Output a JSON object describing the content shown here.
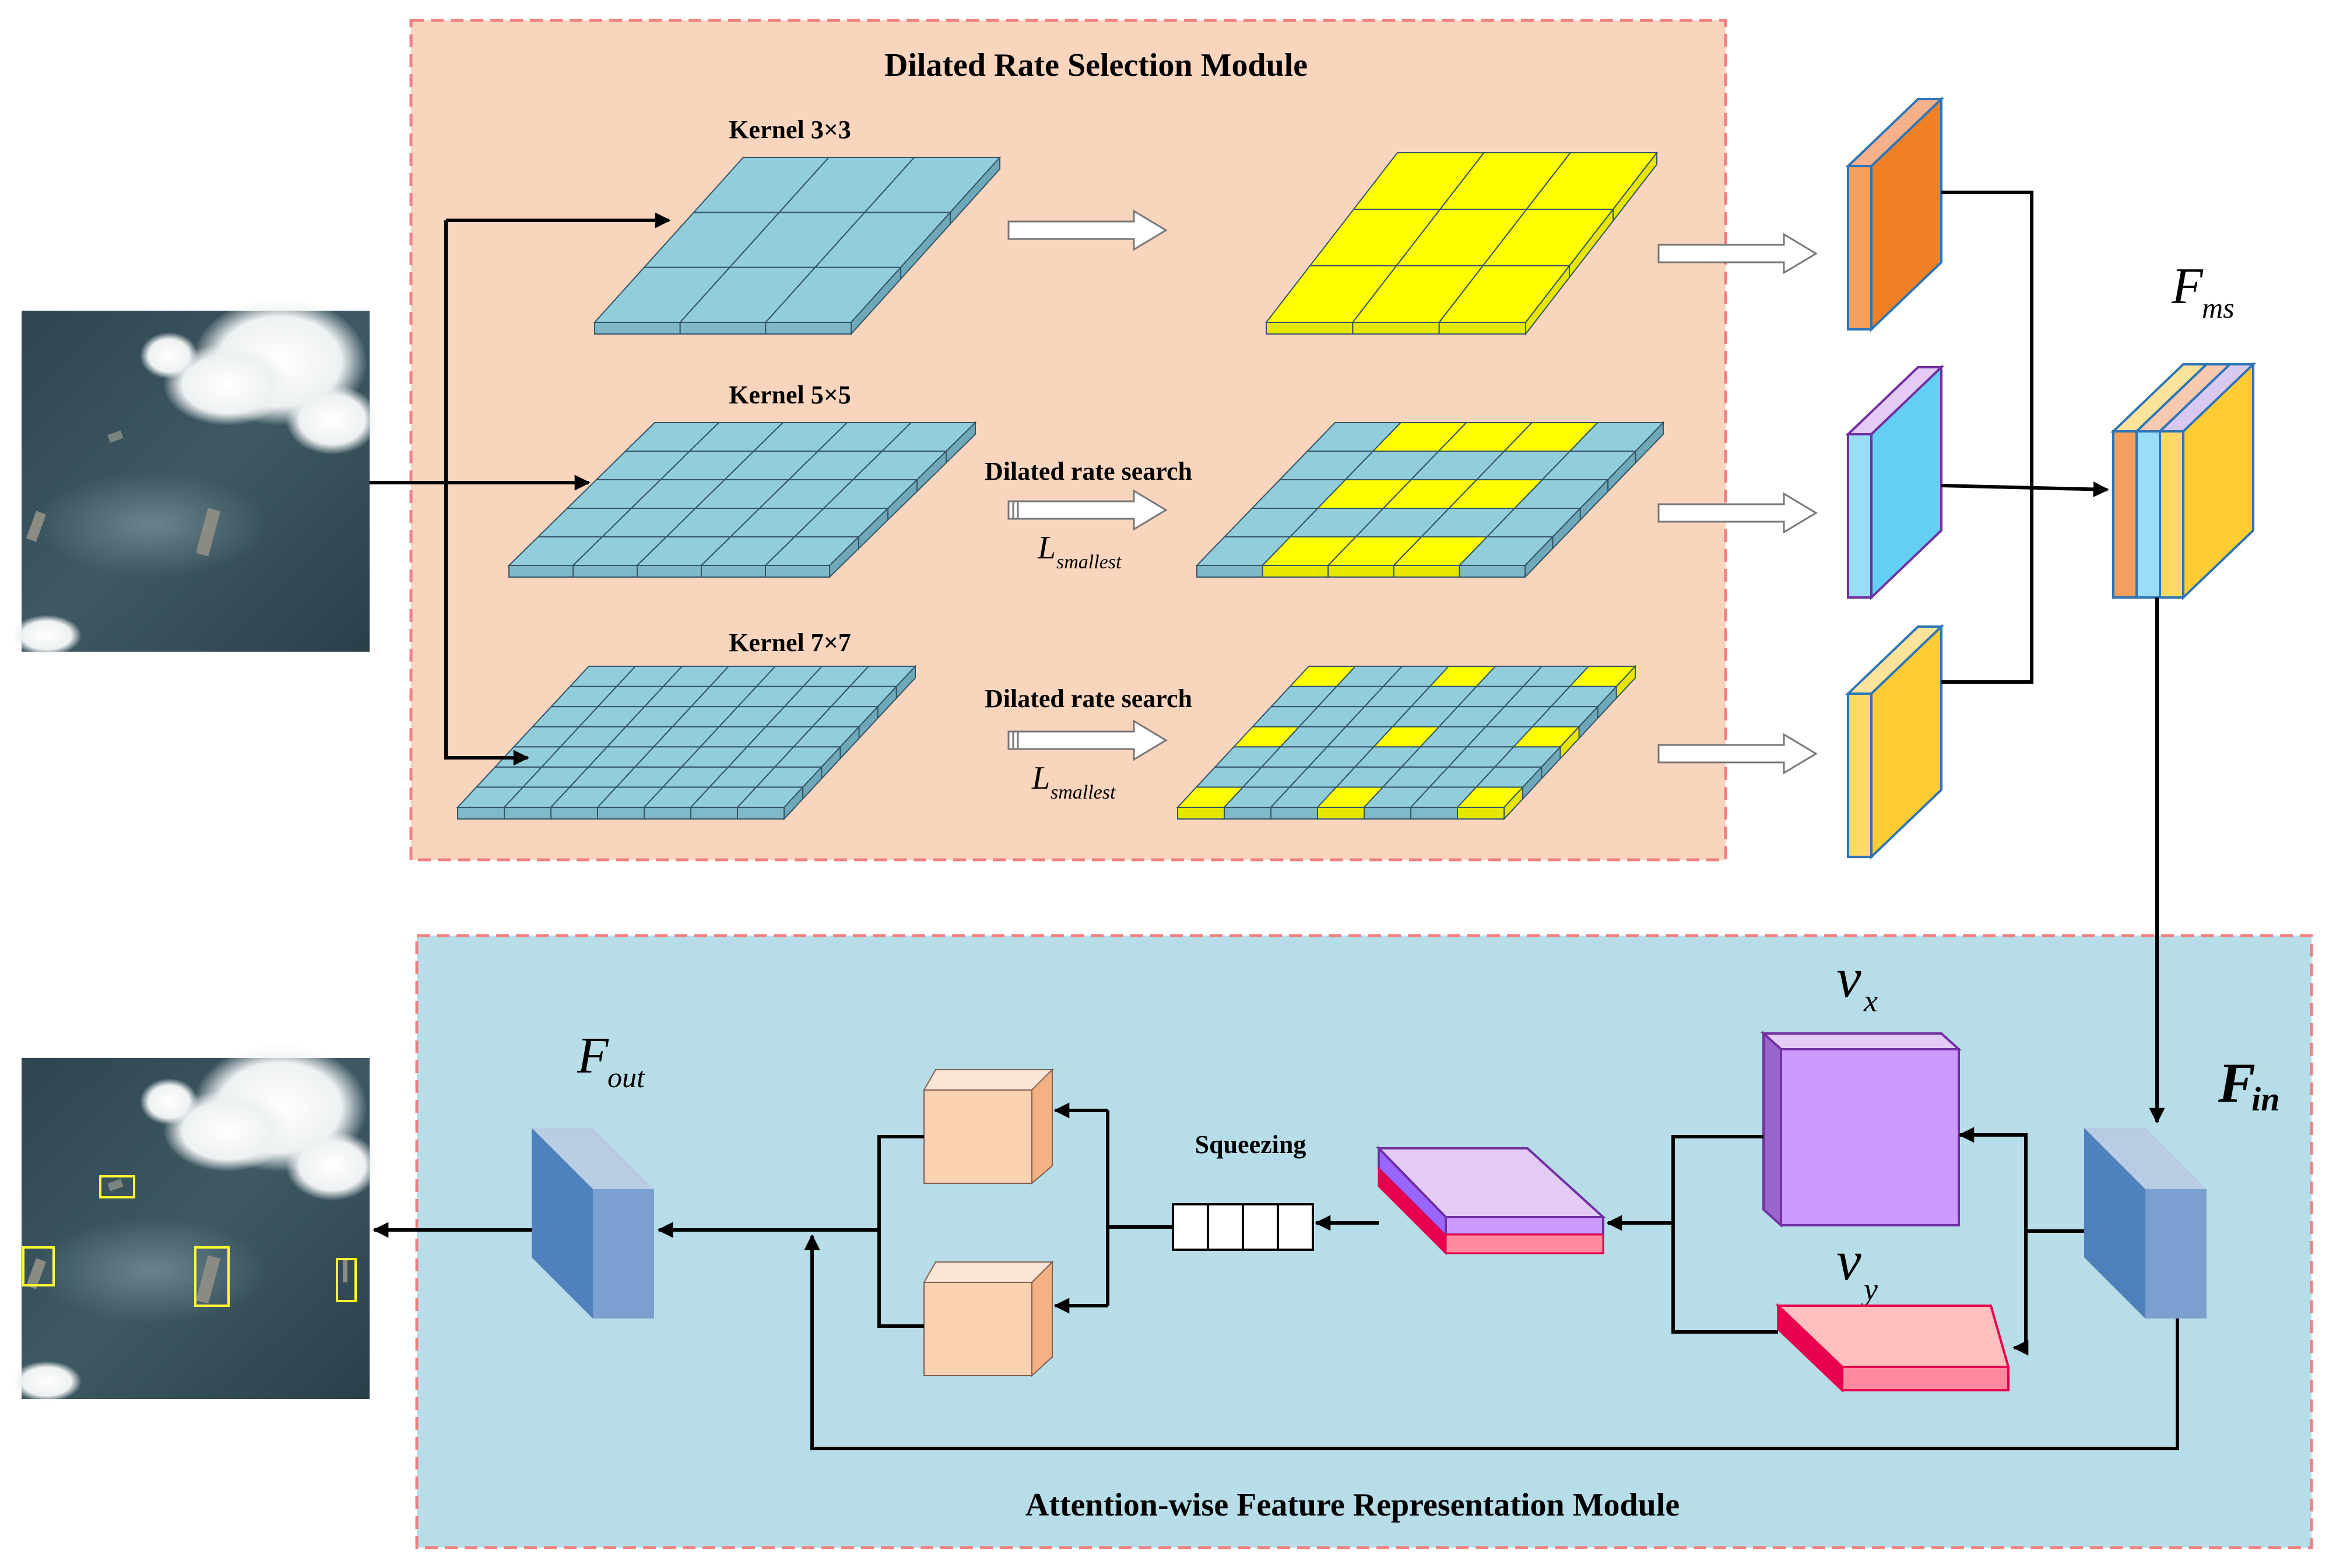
{
  "top_module": {
    "title": "Dilated Rate Selection Module",
    "kernels": [
      "Kernel 3×3",
      "Kernel 5×5",
      "Kernel 7×7"
    ],
    "search_labels": [
      "Dilated rate search",
      "Dilated rate search"
    ],
    "loss_main": "L",
    "loss_sub": "smallest"
  },
  "bottom_module": {
    "title": "Attention-wise Feature Representation Module",
    "squeeze_label": "Squeezing"
  },
  "symbols": {
    "fms_main": "F",
    "fms_sub": "ms",
    "fin_main": "F",
    "fin_sub": "in",
    "fout_main": "F",
    "fout_sub": "out",
    "vx_main": "v",
    "vx_sub": "x",
    "vy_main": "v",
    "vy_sub": "y"
  },
  "colors": {
    "top_bg": "#F9D5BE",
    "bottom_bg": "#B7DDE8",
    "border": "#F08080",
    "grid": "#92CDDC",
    "highlight": "#FFFF00",
    "orange": "#F08025",
    "blue": "#63D0F3",
    "gold": "#FFCC33",
    "purple": "#CC99FF",
    "pink": "#FFBFBF",
    "steel": "#7BA0CF",
    "peach": "#FAD1B1"
  }
}
